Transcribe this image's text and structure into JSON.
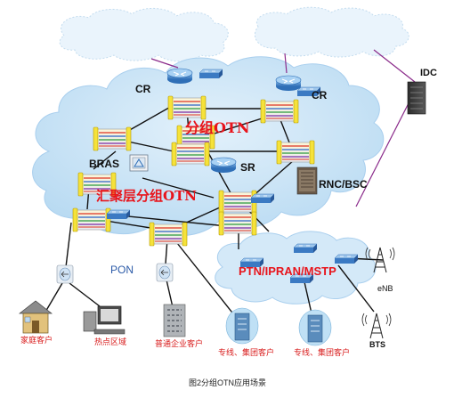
{
  "labels": {
    "cr_left": "CR",
    "cr_right": "CR",
    "idc": "IDC",
    "otn_core": "分组OTN",
    "bras": "BRAS",
    "sr": "SR",
    "rnc_bsc": "RNC/BSC",
    "agg_otn": "汇聚层分组OTN",
    "pon": "PON",
    "ptn": "PTN/IPRAN/MSTP",
    "enb": "eNB",
    "bts": "BTS",
    "home": "家庭客户",
    "hotspot": "热点区域",
    "enterprise": "普通企业客户",
    "dedicated1": "专线、集团客户",
    "dedicated2": "专线、集团客户",
    "caption": "图2分组OTN应用场景"
  },
  "icons": {
    "otn_node": "otn-switch-icon",
    "router": "router-icon",
    "bras": "bras-icon",
    "rack": "server-rack-icon",
    "tower": "radio-tower-icon",
    "splitter": "pon-splitter-icon",
    "house": "house-icon",
    "desktop": "desktop-icon",
    "building": "building-icon",
    "cabinet": "cabinet-icon"
  },
  "colors": {
    "cloud_fill": "#cfe6f7",
    "cloud_edge": "#9ecbea",
    "otn_yellow": "#f5e23a",
    "link_black": "#111111",
    "link_purple": "#8a2a8a",
    "text_red": "#e8141b",
    "text_blue": "#2b5aa8"
  }
}
